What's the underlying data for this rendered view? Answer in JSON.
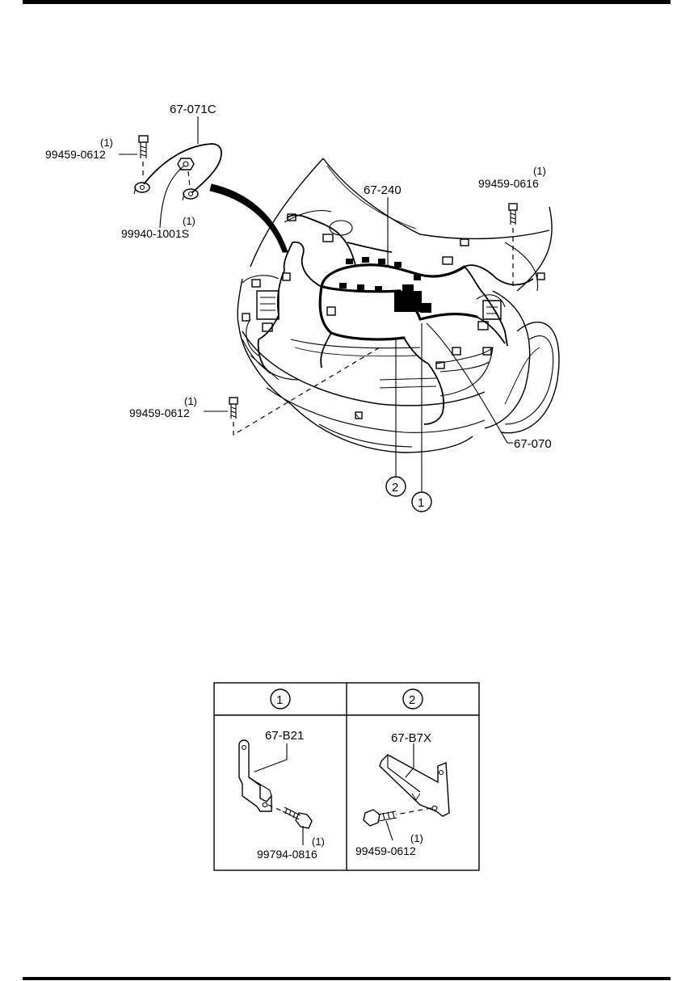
{
  "main_diagram": {
    "callouts": {
      "ground_strap": "67-071C",
      "bolt_top_left_qty": "(1)",
      "bolt_top_left": "99459-0612",
      "nut_qty": "(1)",
      "nut": "99940-1001S",
      "harness_main": "67-240",
      "bolt_right_qty": "(1)",
      "bolt_right": "99459-0616",
      "bolt_bottom_left_qty": "(1)",
      "bolt_bottom_left": "99459-0612",
      "harness_front": "67-070",
      "ref_1": "1",
      "ref_2": "2"
    }
  },
  "detail_table": {
    "headers": [
      "1",
      "2"
    ],
    "cells": [
      {
        "bracket": "67-B21",
        "bolt_qty": "(1)",
        "bolt": "99794-0816"
      },
      {
        "bracket": "67-B7X",
        "bolt_qty": "(1)",
        "bolt": "99459-0612"
      }
    ]
  }
}
